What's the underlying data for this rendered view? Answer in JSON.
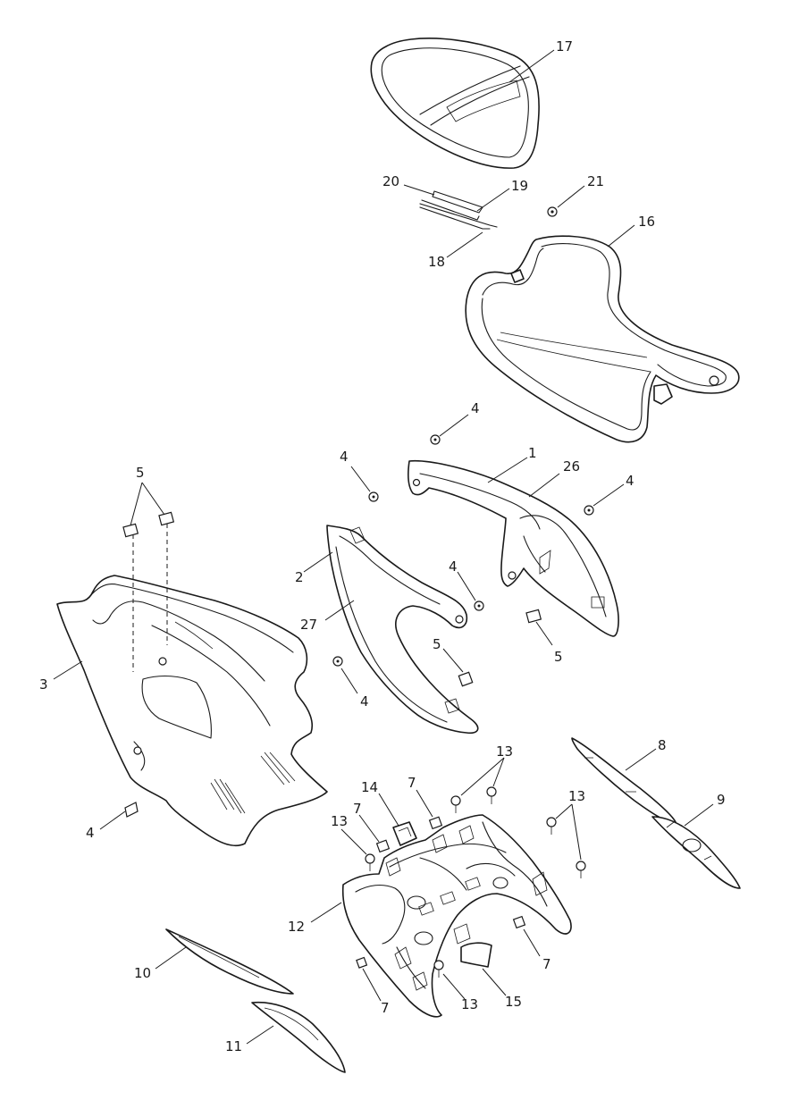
{
  "callouts": [
    {
      "id": "c17",
      "text": "17"
    },
    {
      "id": "c20",
      "text": "20"
    },
    {
      "id": "c19",
      "text": "19"
    },
    {
      "id": "c21",
      "text": "21"
    },
    {
      "id": "c16",
      "text": "16"
    },
    {
      "id": "c18",
      "text": "18"
    },
    {
      "id": "c4a",
      "text": "4"
    },
    {
      "id": "c4b",
      "text": "4"
    },
    {
      "id": "c1",
      "text": "1"
    },
    {
      "id": "c26",
      "text": "26"
    },
    {
      "id": "c4c",
      "text": "4"
    },
    {
      "id": "c5a",
      "text": "5"
    },
    {
      "id": "c2",
      "text": "2"
    },
    {
      "id": "c4d",
      "text": "4"
    },
    {
      "id": "c27",
      "text": "27"
    },
    {
      "id": "c5b",
      "text": "5"
    },
    {
      "id": "c5c",
      "text": "5"
    },
    {
      "id": "c3",
      "text": "3"
    },
    {
      "id": "c4e",
      "text": "4"
    },
    {
      "id": "c13a",
      "text": "13"
    },
    {
      "id": "c8",
      "text": "8"
    },
    {
      "id": "c7a",
      "text": "7"
    },
    {
      "id": "c14",
      "text": "14"
    },
    {
      "id": "c13b",
      "text": "13"
    },
    {
      "id": "c9",
      "text": "9"
    },
    {
      "id": "c4f",
      "text": "4"
    },
    {
      "id": "c7b",
      "text": "7"
    },
    {
      "id": "c13c",
      "text": "13"
    },
    {
      "id": "c12",
      "text": "12"
    },
    {
      "id": "c7c",
      "text": "7"
    },
    {
      "id": "c10",
      "text": "10"
    },
    {
      "id": "c13d",
      "text": "13"
    },
    {
      "id": "c15",
      "text": "15"
    },
    {
      "id": "c7d",
      "text": "7"
    },
    {
      "id": "c11",
      "text": "11"
    }
  ]
}
